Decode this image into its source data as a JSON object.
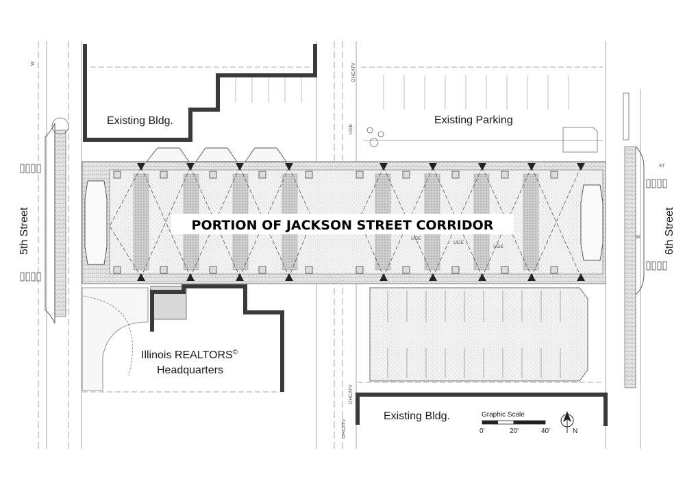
{
  "title": "PORTION OF JACKSON STREET CORRIDOR",
  "streets": {
    "west": "5th Street",
    "east": "6th Street"
  },
  "areas": {
    "existing_bldg_nw": "Existing Bldg.",
    "existing_parking": "Existing Parking",
    "realtors_line1": "Illinois REALTORS",
    "realtors_mark": "©",
    "realtors_line2": "Headquarters",
    "existing_bldg_se": "Existing Bldg."
  },
  "scale": {
    "title": "Graphic Scale",
    "ticks": [
      "0'",
      "20'",
      "40'"
    ]
  },
  "north_arrow": {
    "label": "N",
    "icon": "north-arrow-icon"
  },
  "utility_labels": [
    "UGE",
    "UGE",
    "UGE",
    "UGE",
    "OHCATV",
    "OHCATV",
    "OHCATV",
    "ST",
    "W",
    "W"
  ]
}
